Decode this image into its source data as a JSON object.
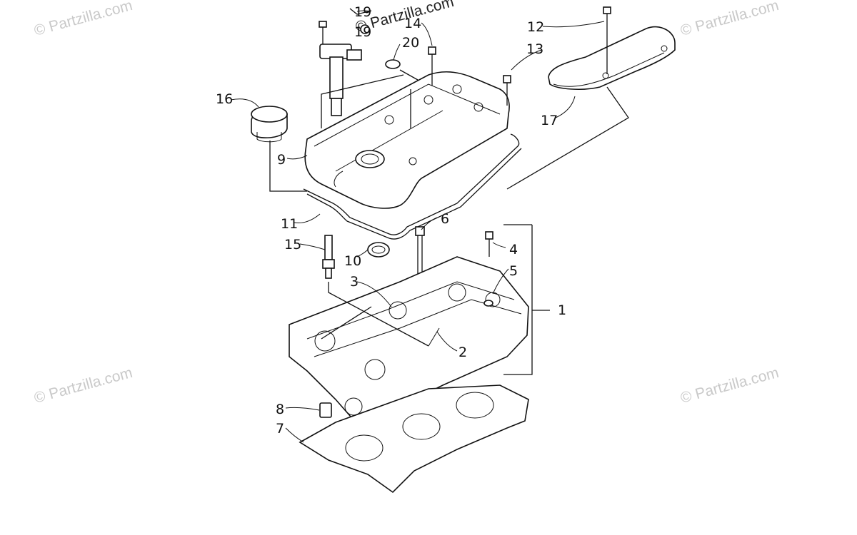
{
  "watermark": {
    "text": "© Partzilla.com",
    "color": "#c9c9c9"
  },
  "callouts": {
    "c1": "1",
    "c2": "2",
    "c3": "3",
    "c4": "4",
    "c5": "5",
    "c6": "6",
    "c7": "7",
    "c8": "8",
    "c9": "9",
    "c10": "10",
    "c11": "11",
    "c12": "12",
    "c13": "13",
    "c14": "14",
    "c15": "15",
    "c16": "16",
    "c17": "17",
    "c19a": "19",
    "c19b": "19",
    "c20": "20"
  }
}
